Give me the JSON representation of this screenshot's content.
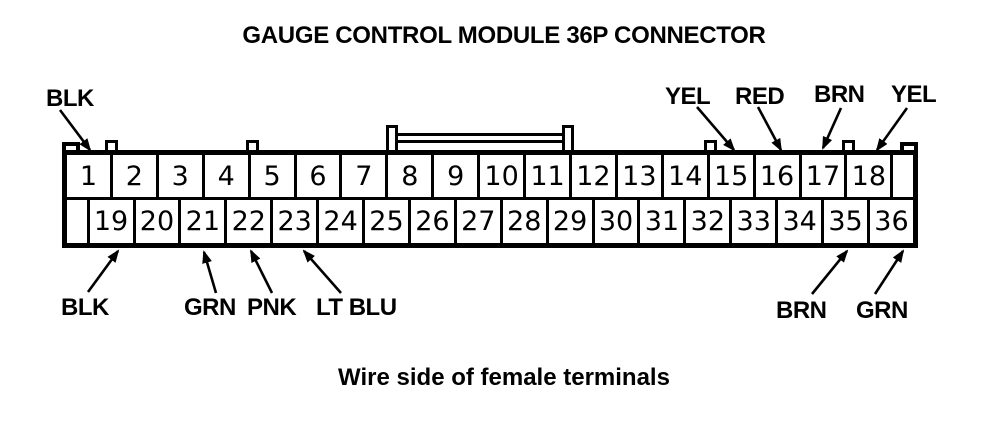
{
  "title": "GAUGE CONTROL MODULE 36P CONNECTOR",
  "caption": "Wire side of female terminals",
  "connector": {
    "name": "gauge-control-module-36p",
    "top_row_pins": [
      "1",
      "2",
      "3",
      "4",
      "5",
      "6",
      "7",
      "8",
      "9",
      "10",
      "11",
      "12",
      "13",
      "14",
      "15",
      "16",
      "17",
      "18"
    ],
    "bottom_row_pins": [
      "19",
      "20",
      "21",
      "22",
      "23",
      "24",
      "25",
      "26",
      "27",
      "28",
      "29",
      "30",
      "31",
      "32",
      "33",
      "34",
      "35",
      "36"
    ]
  },
  "wire_labels": [
    {
      "text": "BLK",
      "pin": "1",
      "placement": "top-left"
    },
    {
      "text": "YEL",
      "pin": "15",
      "placement": "top-right"
    },
    {
      "text": "RED",
      "pin": "16",
      "placement": "top-right"
    },
    {
      "text": "BRN",
      "pin": "17",
      "placement": "top-right"
    },
    {
      "text": "YEL",
      "pin": "18",
      "placement": "top-right"
    },
    {
      "text": "BLK",
      "pin": "19",
      "placement": "bottom-left"
    },
    {
      "text": "GRN",
      "pin": "21",
      "placement": "bottom-left"
    },
    {
      "text": "PNK",
      "pin": "22",
      "placement": "bottom-left"
    },
    {
      "text": "LT BLU",
      "pin": "23",
      "placement": "bottom-left"
    },
    {
      "text": "BRN",
      "pin": "35",
      "placement": "bottom-right"
    },
    {
      "text": "GRN",
      "pin": "36",
      "placement": "bottom-right"
    }
  ],
  "colors": {
    "ink": "#000000",
    "paper": "#ffffff"
  }
}
